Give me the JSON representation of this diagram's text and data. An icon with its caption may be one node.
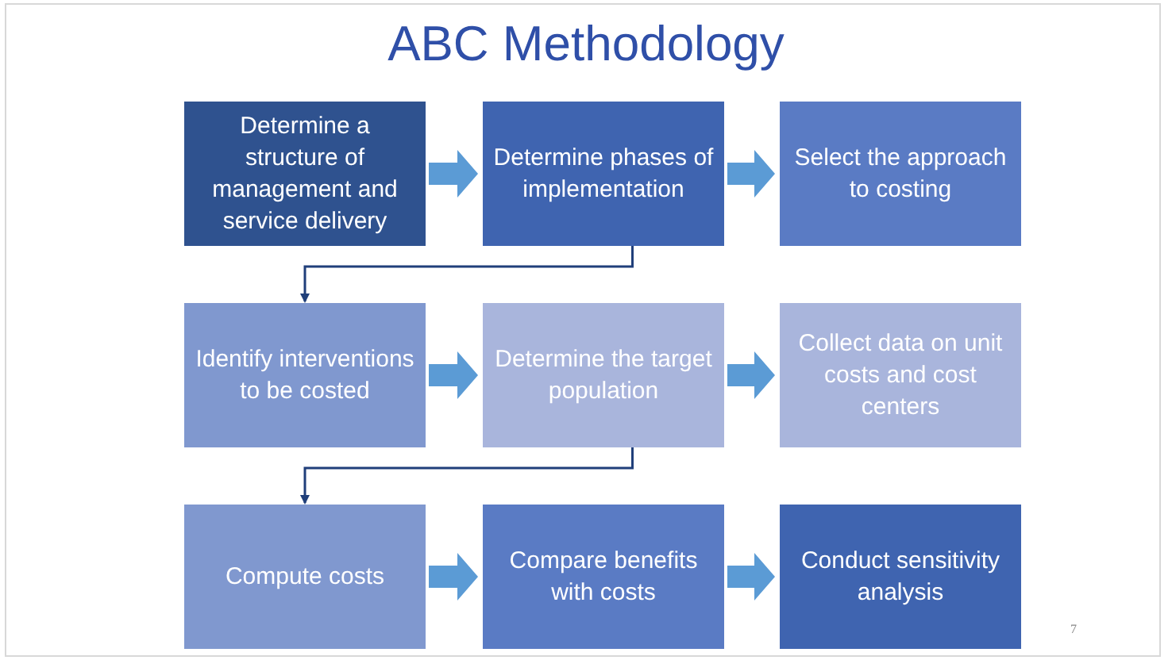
{
  "diagram": {
    "title": "ABC Methodology",
    "nodes": [
      {
        "text": [
          "Determine a structure of management and service delivery"
        ]
      },
      {
        "text": [
          "Determine phases of implementation"
        ]
      },
      {
        "text": [
          "Select the approach to costing"
        ]
      },
      {
        "text": [
          "Identify interventions to be costed"
        ]
      },
      {
        "text": [
          "Determine the target population"
        ]
      },
      {
        "text": [
          "Collect data on unit costs and cost centers"
        ]
      },
      {
        "text": [
          "Compute costs"
        ]
      },
      {
        "text": [
          "Compare benefits with costs"
        ]
      },
      {
        "text": [
          "Conduct sensitivity analysis"
        ]
      }
    ],
    "edges": [
      {
        "from": 0,
        "to": 1,
        "arrow": "to",
        "style": "thick"
      },
      {
        "from": 1,
        "to": 2,
        "arrow": "to",
        "style": "thick"
      },
      {
        "from": 1,
        "to": 3,
        "arrow": "to",
        "color": "#203f7a"
      },
      {
        "from": 3,
        "to": 4,
        "arrow": "to",
        "style": "thick"
      },
      {
        "from": 4,
        "to": 5,
        "arrow": "to",
        "style": "thick"
      },
      {
        "from": 4,
        "to": 6,
        "arrow": "to",
        "color": "#203f7a"
      },
      {
        "from": 6,
        "to": 7,
        "arrow": "to",
        "style": "thick"
      },
      {
        "from": 7,
        "to": 8,
        "arrow": "to",
        "style": "thick"
      }
    ],
    "labels": [
      "7"
    ]
  }
}
